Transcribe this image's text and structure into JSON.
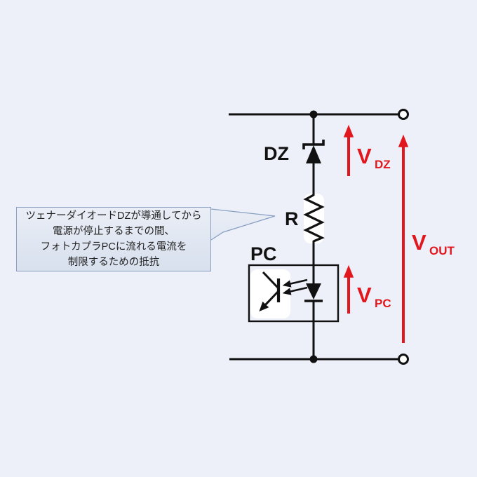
{
  "diagram": {
    "type": "circuit-schematic",
    "labels": {
      "zener": "DZ",
      "resistor": "R",
      "photocoupler": "PC",
      "v_dz": {
        "main": "V",
        "sub": "DZ"
      },
      "v_pc": {
        "main": "V",
        "sub": "PC"
      },
      "v_out": {
        "main": "V",
        "sub": "OUT"
      }
    },
    "callout": {
      "lines": [
        "ツェナーダイオードDZが導通してから",
        "電源が停止するまでの間、",
        "フォトカプラPCに流れる電流を",
        "制限するための抵抗"
      ]
    },
    "colors": {
      "background": "#edf0f9",
      "wire": "#111111",
      "voltage_red": "#e2171e",
      "callout_fill_top": "#eaeef6",
      "callout_fill_bottom": "#d8e0ee",
      "callout_border": "#8a9fc2",
      "callout_text": "#222222",
      "component_highlight": "#ffffff"
    }
  }
}
